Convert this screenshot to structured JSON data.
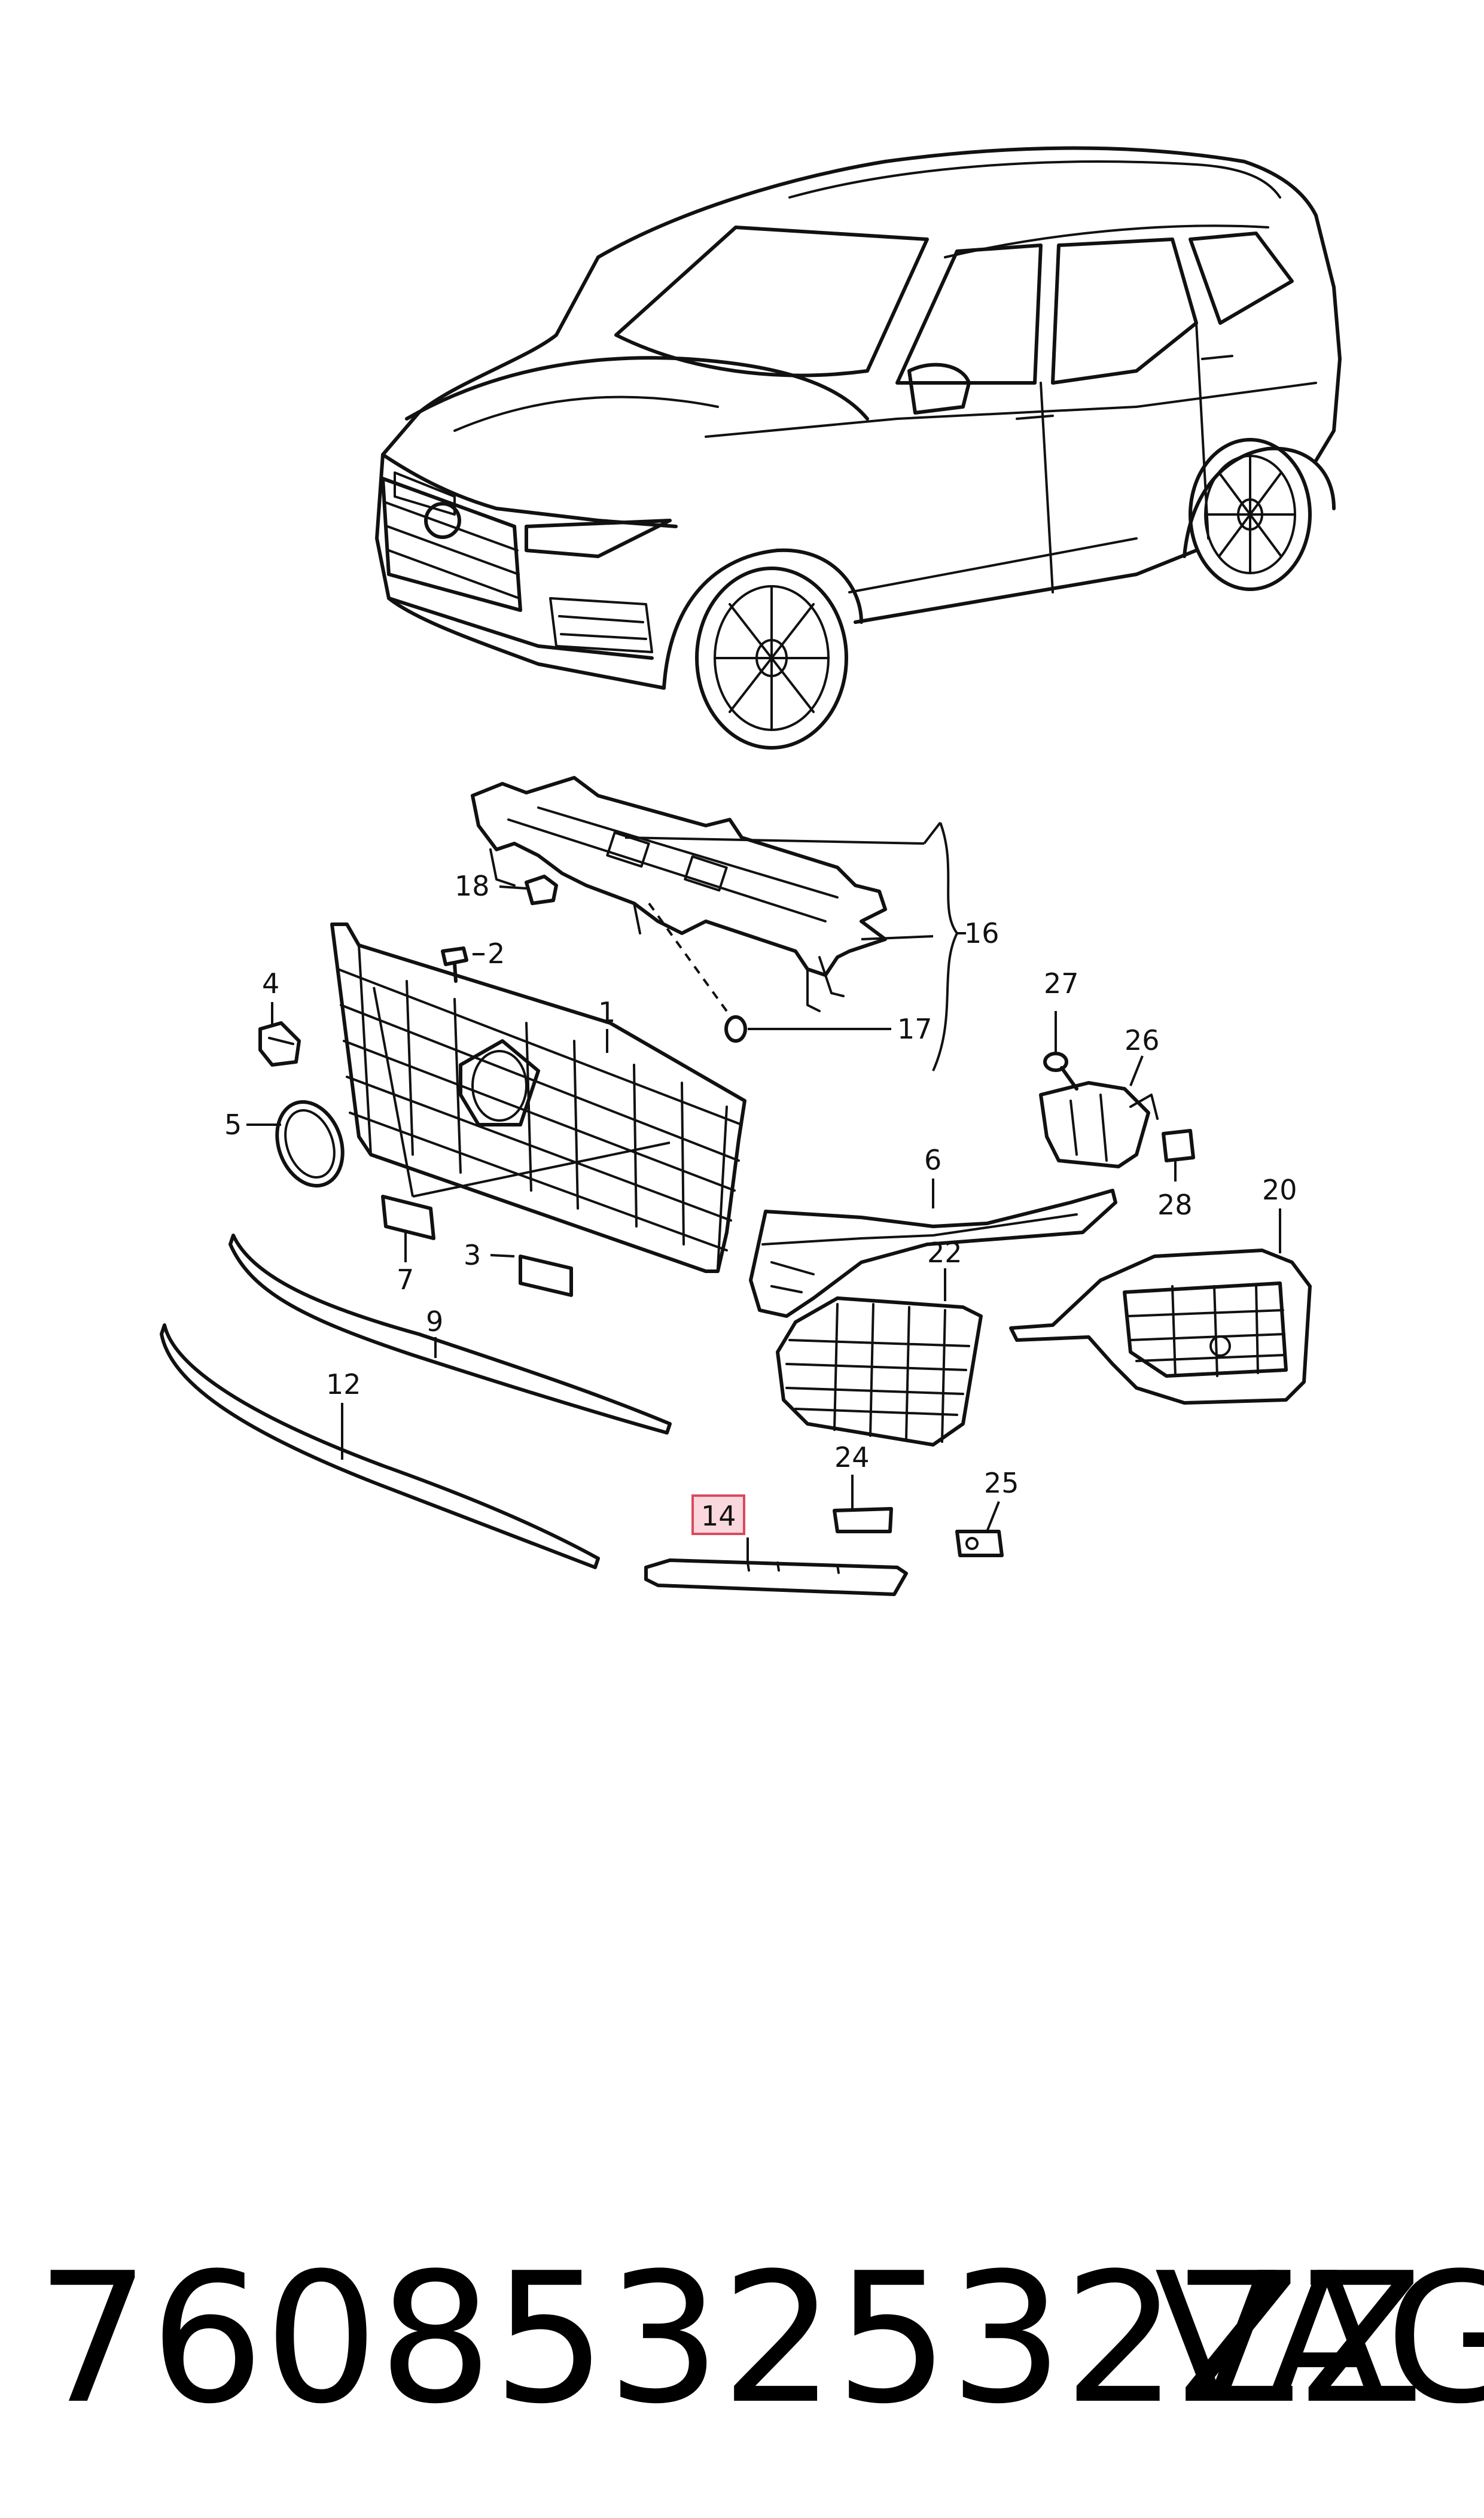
{
  "diagram": {
    "highlighted_label": "14",
    "labels": [
      "1",
      "2",
      "3",
      "4",
      "5",
      "6",
      "7",
      "9",
      "12",
      "14",
      "16",
      "17",
      "18",
      "20",
      "22",
      "24",
      "25",
      "26",
      "27",
      "28"
    ]
  },
  "footer": {
    "part_number": "7608532532ZZ",
    "brand": "VAG"
  },
  "colors": {
    "line": "#111111",
    "highlight_fill": "#f9d7dc",
    "highlight_stroke": "#d94a5f"
  }
}
